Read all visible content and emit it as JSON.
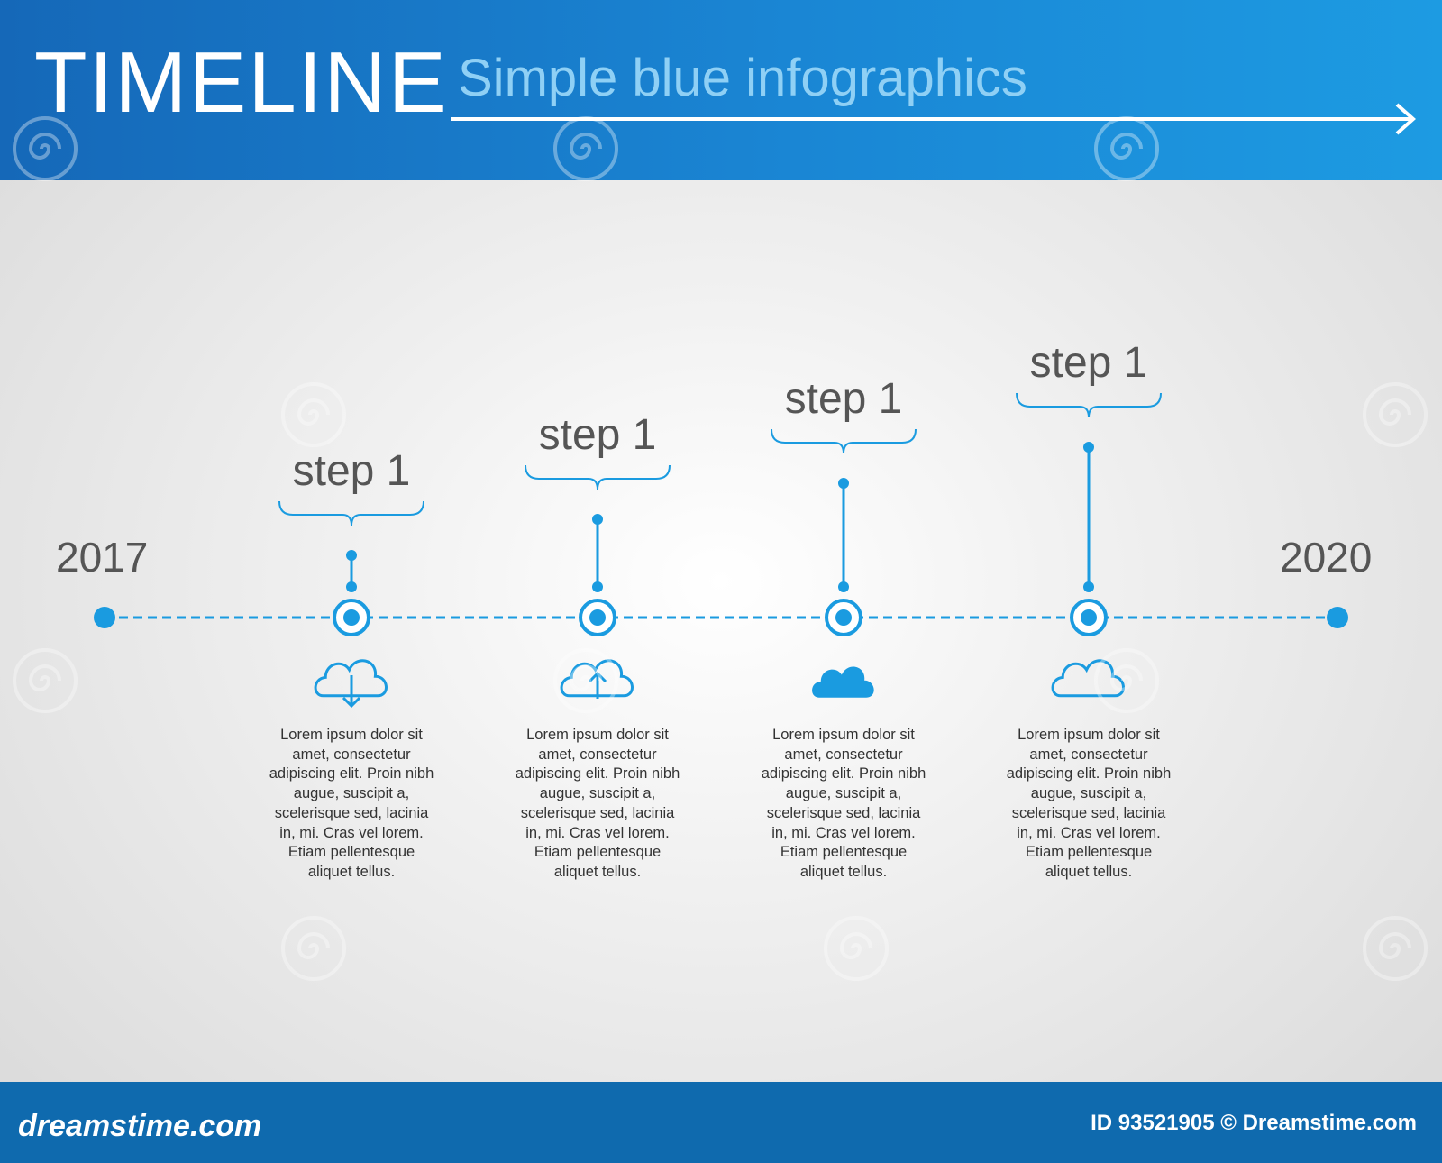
{
  "header": {
    "title": "TIMELINE",
    "subtitle": "Simple blue infographics"
  },
  "timeline": {
    "start_year": "2017",
    "end_year": "2020",
    "accent_color": "#1a9be0",
    "steps": [
      {
        "label": "step 1",
        "icon": "cloud-download-icon",
        "description": [
          "Lorem ipsum dolor sit",
          "amet, consectetur",
          "adipiscing elit. Proin nibh",
          "augue, suscipit a,",
          "scelerisque sed, lacinia",
          "in, mi. Cras vel lorem.",
          "Etiam pellentesque",
          "aliquet tellus."
        ]
      },
      {
        "label": "step 1",
        "icon": "cloud-upload-icon",
        "description": [
          "Lorem ipsum dolor sit",
          "amet, consectetur",
          "adipiscing elit. Proin nibh",
          "augue, suscipit a,",
          "scelerisque sed, lacinia",
          "in, mi. Cras vel lorem.",
          "Etiam pellentesque",
          "aliquet tellus."
        ]
      },
      {
        "label": "step 1",
        "icon": "cloud-filled-icon",
        "description": [
          "Lorem ipsum dolor sit",
          "amet, consectetur",
          "adipiscing elit. Proin nibh",
          "augue, suscipit a,",
          "scelerisque sed, lacinia",
          "in, mi. Cras vel lorem.",
          "Etiam pellentesque",
          "aliquet tellus."
        ]
      },
      {
        "label": "step 1",
        "icon": "cloud-outline-icon",
        "description": [
          "Lorem ipsum dolor sit",
          "amet, consectetur",
          "adipiscing elit. Proin nibh",
          "augue, suscipit a,",
          "scelerisque sed, lacinia",
          "in, mi. Cras vel lorem.",
          "Etiam pellentesque",
          "aliquet tellus."
        ]
      }
    ]
  },
  "footer": {
    "logo": "dreamstime.com",
    "id_text": "ID 93521905 © Dreamstime.com"
  }
}
